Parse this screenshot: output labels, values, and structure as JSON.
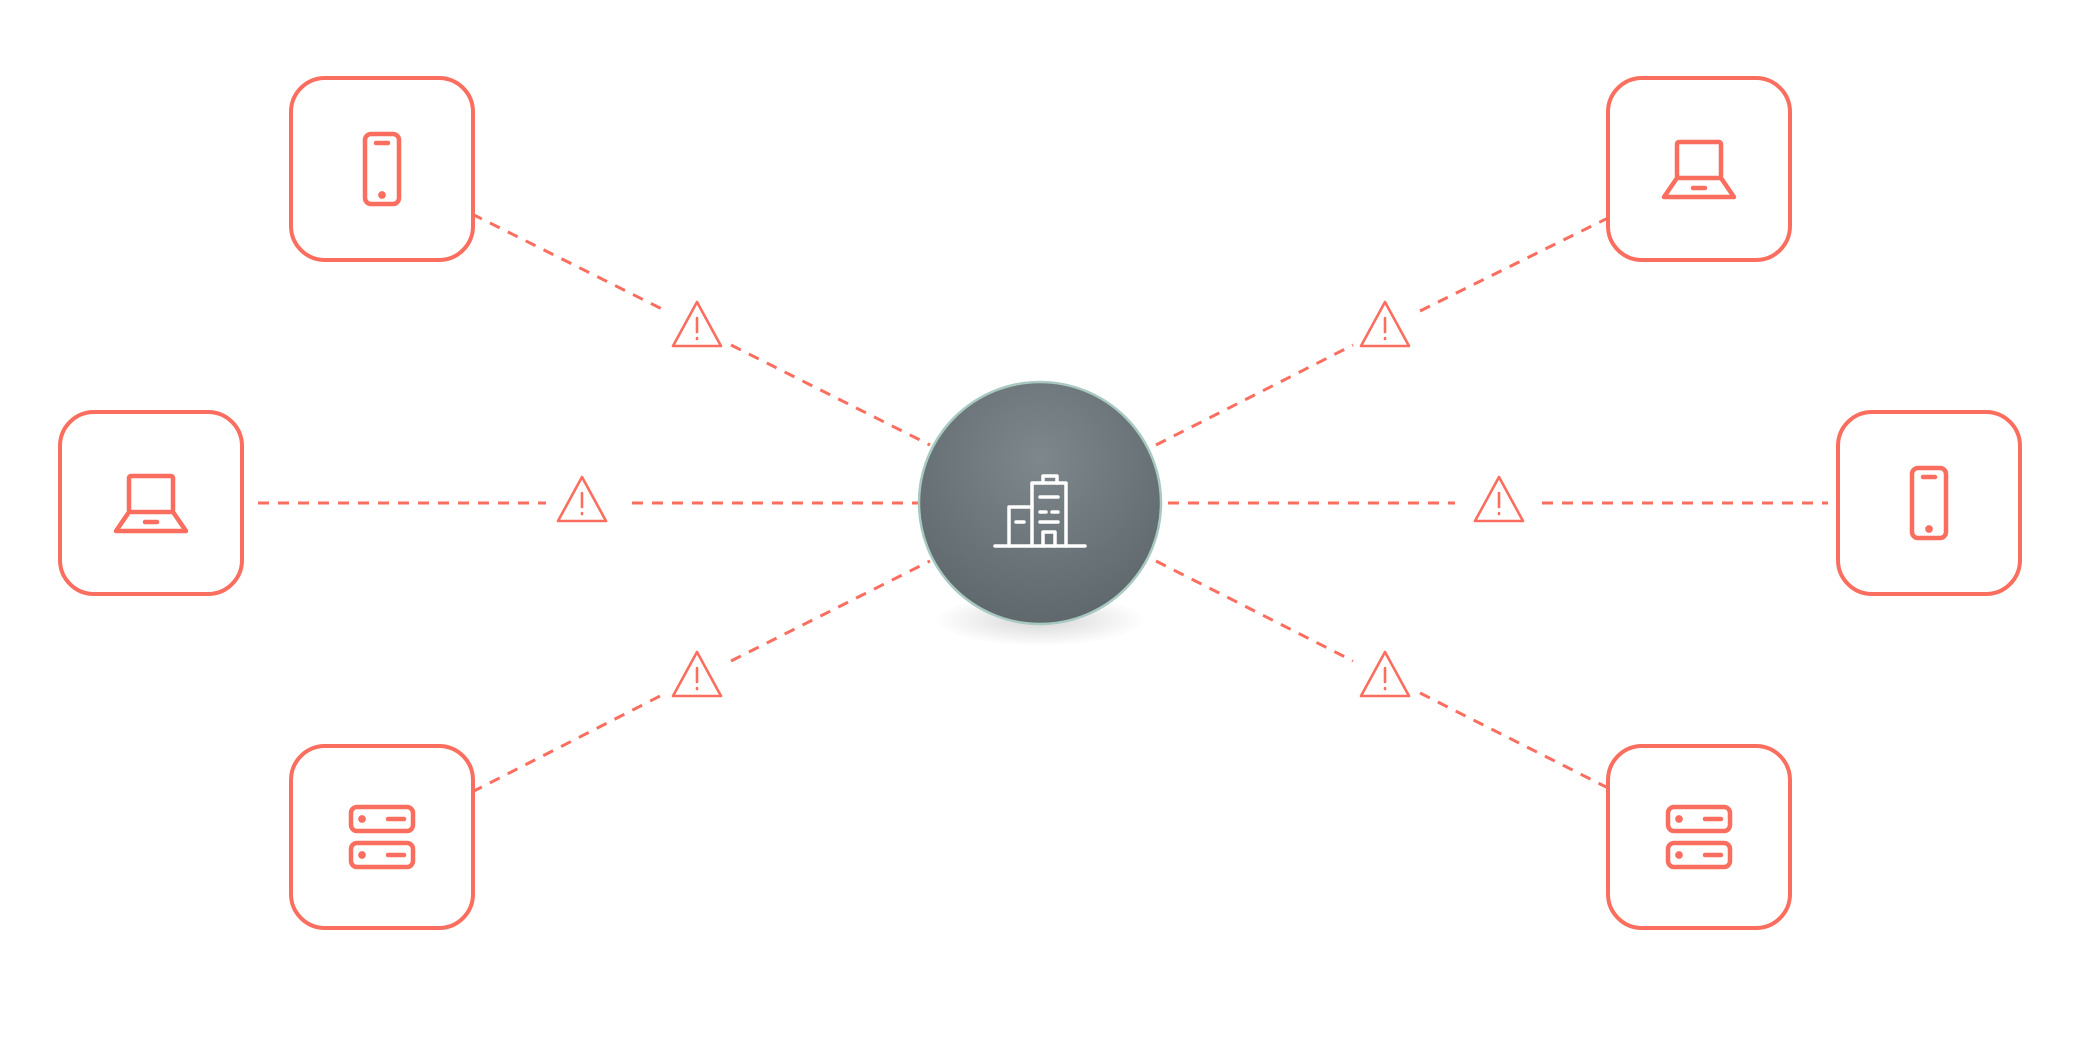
{
  "colors": {
    "accent": "#FA6E5F",
    "hub_dark": "#5E676C",
    "hub_light": "#7D878C",
    "hub_stroke": "#A8C9C0",
    "hub_icon": "#FFFFFF",
    "background": "#FFFFFF"
  },
  "hub": {
    "icon": "office-building-icon"
  },
  "nodes": [
    {
      "id": "top-left",
      "icon": "smartphone-icon",
      "status_icon": "warning-icon"
    },
    {
      "id": "middle-left",
      "icon": "laptop-icon",
      "status_icon": "warning-icon"
    },
    {
      "id": "bottom-left",
      "icon": "server-icon",
      "status_icon": "warning-icon"
    },
    {
      "id": "top-right",
      "icon": "laptop-icon",
      "status_icon": "warning-icon"
    },
    {
      "id": "middle-right",
      "icon": "smartphone-icon",
      "status_icon": "warning-icon"
    },
    {
      "id": "bottom-right",
      "icon": "server-icon",
      "status_icon": "warning-icon"
    }
  ],
  "connection_style": "dashed"
}
